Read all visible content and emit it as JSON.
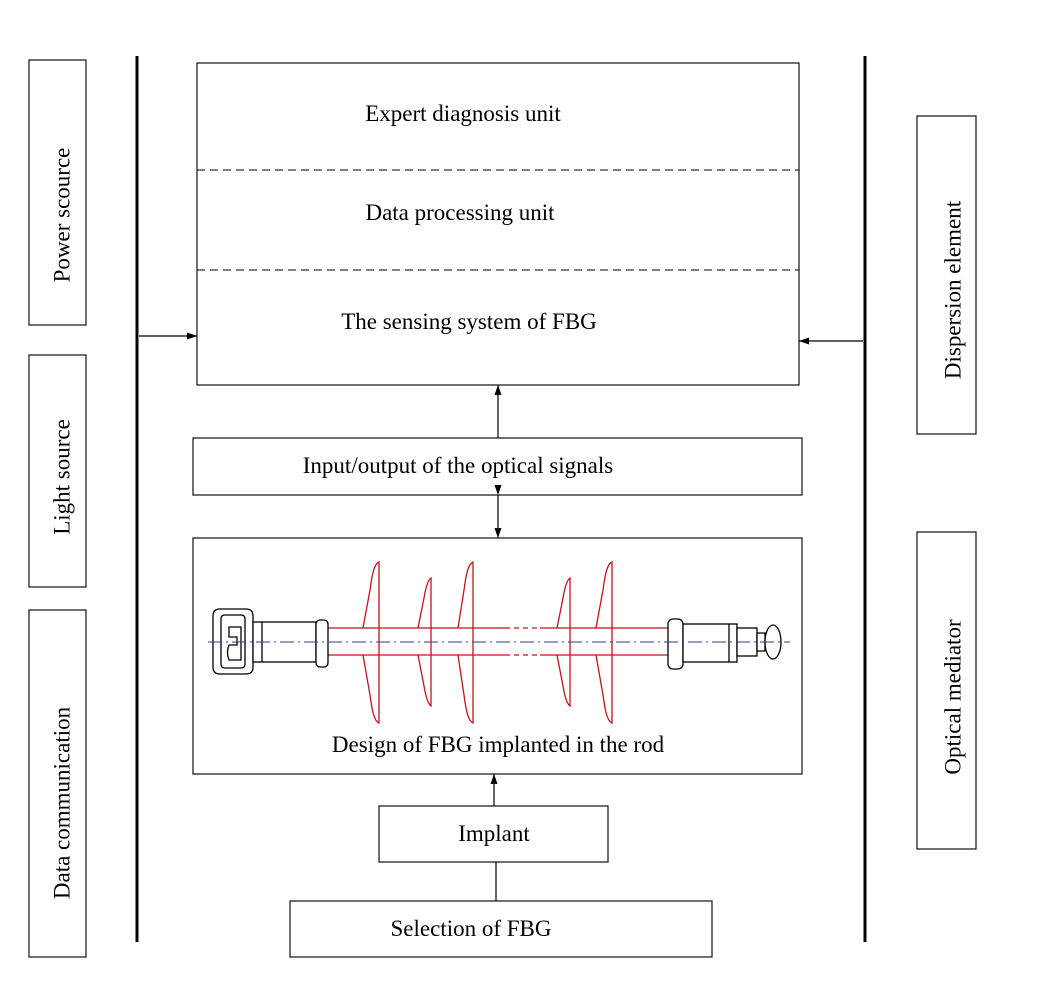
{
  "side_labels": {
    "left": {
      "power_source": "Power scource",
      "light_source": "Light source",
      "data_communication": "Data communication"
    },
    "right": {
      "dispersion_element": "Dispersion element",
      "optical_mediator": "Optical mediator"
    }
  },
  "main_box": {
    "expert_diagnosis": "Expert diagnosis unit",
    "data_processing": "Data processing unit",
    "sensing_system": "The sensing system of FBG"
  },
  "io_box": "Input/output of the optical signals",
  "design_box": "Design of FBG implanted in the rod",
  "implant_box": "Implant",
  "selection_box": "Selection of FBG",
  "colors": {
    "insulator_sheds": "#c0141c",
    "centre_axis": "#2a3d8f",
    "lines": "#000000"
  }
}
